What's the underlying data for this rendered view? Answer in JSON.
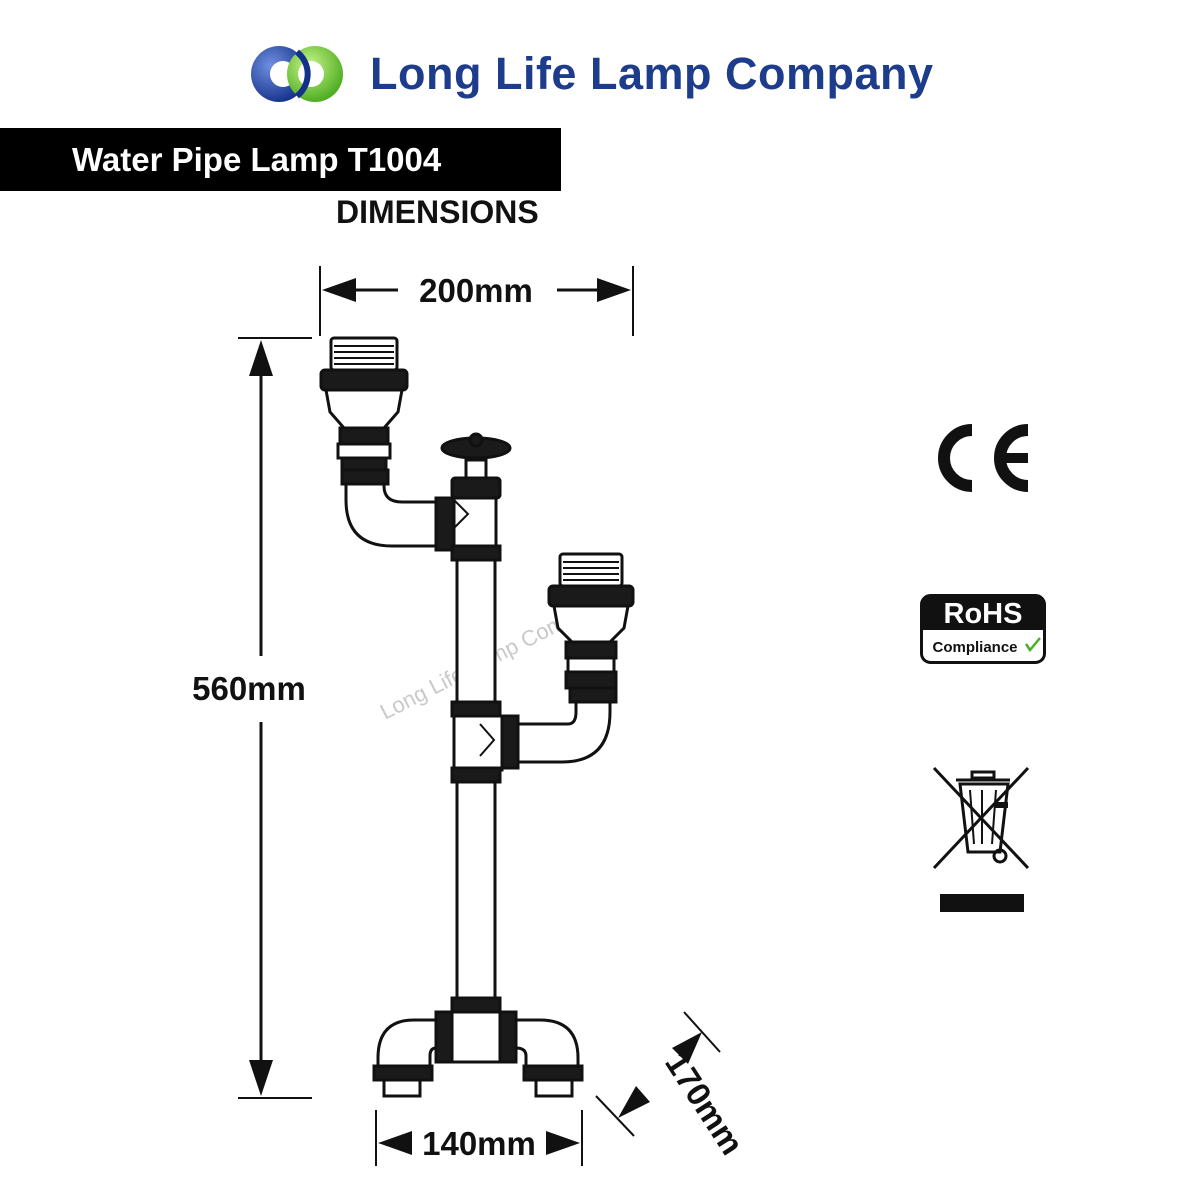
{
  "brand": {
    "name": "Long Life Lamp Company",
    "icon": "interlocking-circles-logo",
    "colors": {
      "blue": "#1d3c8c",
      "green": "#6fcf2a"
    }
  },
  "product": {
    "title": "Water Pipe Lamp T1004",
    "subtitle": "DIMENSIONS"
  },
  "dimensions": {
    "width_top": "200mm",
    "height": "560mm",
    "base_width": "140mm",
    "base_depth": "170mm"
  },
  "watermark": "Long Life Lamp Company",
  "certifications": {
    "ce": "CE",
    "rohs_title": "RoHS",
    "rohs_subtitle": "Compliance",
    "weee_icon": "crossed-bin-icon"
  }
}
